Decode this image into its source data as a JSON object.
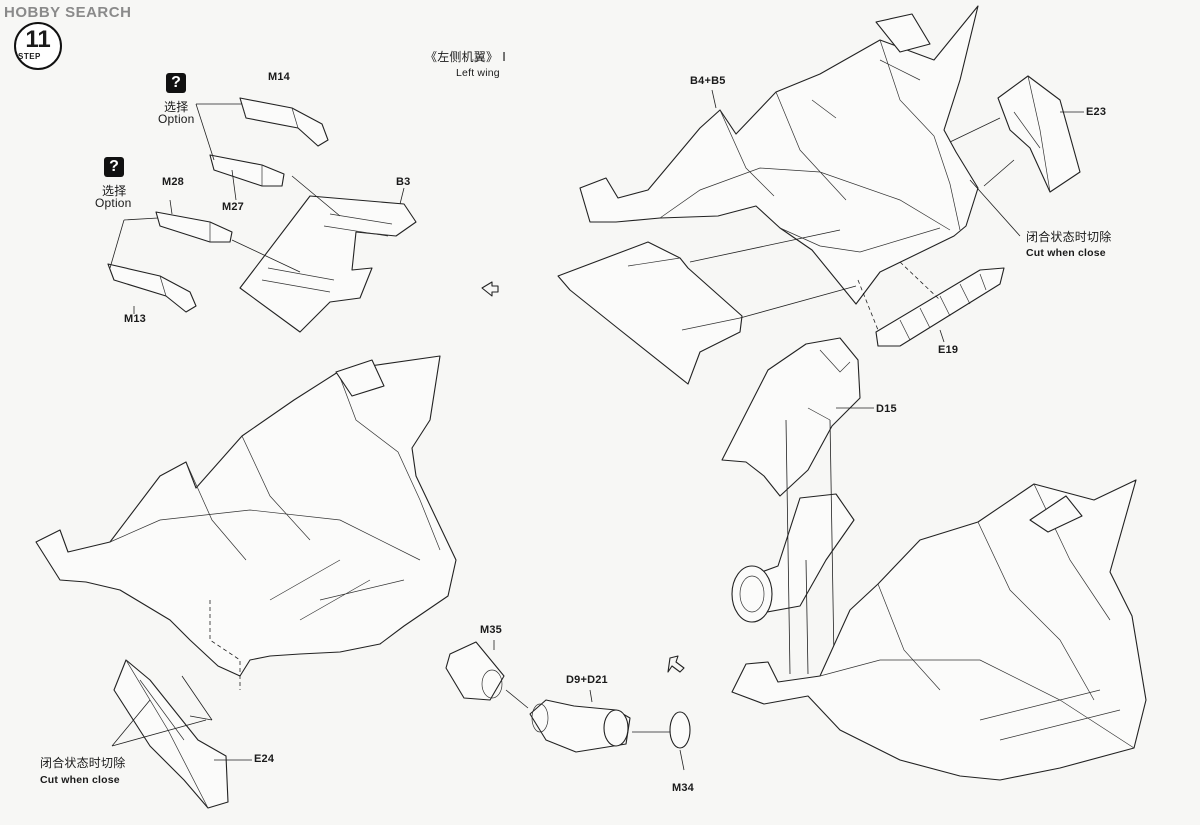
{
  "watermark": "HOBBY SEARCH",
  "step": {
    "number": "11",
    "word": "STEP"
  },
  "header": {
    "title_cn": "《左侧机翼》 I",
    "title_en": "Left wing"
  },
  "option_icon": "question-mark-icon",
  "option_labels": [
    {
      "cn": "选择",
      "en": "Option"
    },
    {
      "cn": "选择",
      "en": "Option"
    }
  ],
  "parts": {
    "m14": "M14",
    "m27": "M27",
    "m28": "M28",
    "m13": "M13",
    "b3": "B3",
    "b4b5": "B4+B5",
    "e23": "E23",
    "e19": "E19",
    "d15": "D15",
    "m35": "M35",
    "d9d21": "D9+D21",
    "m34": "M34",
    "e24": "E24"
  },
  "notes": {
    "cut_top": {
      "cn": "闭合状态时切除",
      "en": "Cut when close"
    },
    "cut_bottom": {
      "cn": "闭合状态时切除",
      "en": "Cut when close"
    }
  }
}
